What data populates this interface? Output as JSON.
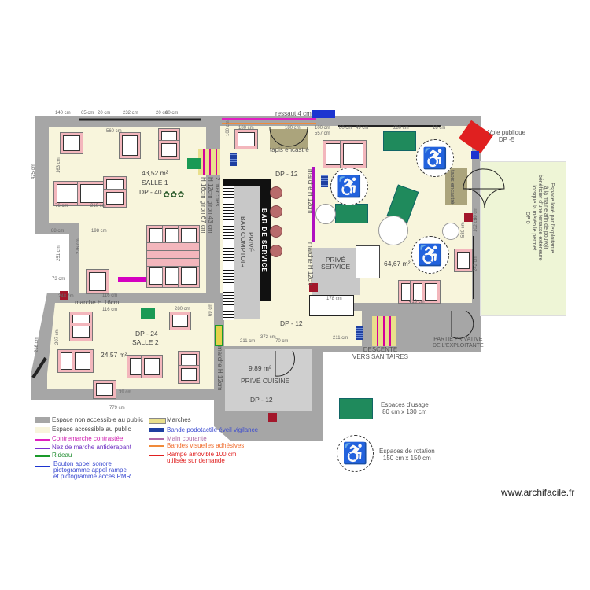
{
  "rooms": {
    "salle1": {
      "area": "43,52 m²",
      "name": "SALLE 1",
      "dp": "DP - 40"
    },
    "salle2": {
      "area": "24,57 m²",
      "name": "SALLE 2",
      "dp": "DP - 24"
    },
    "main_room": {
      "area": "64,67 m²"
    },
    "cuisine": {
      "area": "9,89 m²",
      "name": "PRIVÉ CUISINE",
      "dp": "DP - 12"
    },
    "bar": {
      "label": "BAR DE SERVICE",
      "private": "PRIVÉ\nBAR COMPTOIR"
    },
    "service": {
      "name": "PRIVÉ\nSERVICE"
    },
    "corridor_dp_top": "DP - 12",
    "corridor_dp_bottom": "DP - 12"
  },
  "annotations": {
    "steps_2": "2 marches\nH 12cm giron 43 cm\nH 16cm giron 67 cm",
    "ressaut": "ressaut 4 cm",
    "tapis1": "tapis encastré",
    "tapis2": "tapis encastré",
    "marche_bar1": "marche H 12cm",
    "marche_bar2": "marche H 12cm",
    "marche_salle2": "marche H 16cm",
    "marche_cuisine": "marche H 12cm",
    "voie_publique": "Voie publique\nDP -5",
    "terrasse": "Espace loué par l'exploitante\nà la mairie afin de pouvoir\nbénéficier d'une terrasse extérieure\nlorsque la météo le permet\nDP 0",
    "partie_privative": "PARTIE PRIVATIVE\nDE L'EXPLOITANTE",
    "descente": "DESCENTE\nVERS SANITAIRES"
  },
  "dimensions": [
    "140 cm",
    "65 cm",
    "20 cm",
    "232 cm",
    "20 cm",
    "60 cm",
    "425 cm",
    "560 cm",
    "163 cm",
    "76 cm",
    "210 cm",
    "88 cm",
    "198 cm",
    "251 cm",
    "276 cm",
    "73 cm",
    "248 cm",
    "116 cm",
    "116 cm",
    "280 cm",
    "69 cm",
    "216 cm",
    "207 cm",
    "39 cm",
    "779 cm",
    "211 cm",
    "372 cm",
    "70 cm",
    "211 cm",
    "180 cm",
    "180 cm",
    "100 cm",
    "80 cm",
    "49 cm",
    "557 cm",
    "280 cm",
    "18 cm",
    "178 cm",
    "413 cm",
    "102 cm",
    "50 cm",
    "242 cm",
    "580 cm",
    "100 cm"
  ],
  "legend": {
    "items": [
      {
        "label": "Espace non accessible au public",
        "color": "#a6a6a6"
      },
      {
        "label": "Espace accessible au public",
        "color": "#f8f5dc"
      },
      {
        "label": "Contremarche contrastée",
        "color": "#e020c0"
      },
      {
        "label": "Nez de marche antidérapant",
        "color": "#7a2ad0"
      },
      {
        "label": "Rideau",
        "color": "#1a9a2a"
      },
      {
        "label": "Bouton appel sonore\npictogramme appel rampe\net pictogramme accès PMR",
        "color": "#1c34d0"
      },
      {
        "label": "Marches",
        "color": "#e9df8c"
      },
      {
        "label": "Bande podotactile éveil vigilance",
        "color": "#1e3fa0"
      },
      {
        "label": "Main courante",
        "color": "#b06aa8"
      },
      {
        "label": "Bandes visuelles adhésives",
        "color": "#f08a3a"
      },
      {
        "label": "Rampe amovible 100 cm\nutilisée sur demande",
        "color": "#e02020"
      }
    ],
    "usage_space": "Espaces d'usage\n80 cm x 130 cm",
    "rotation_space": "Espaces de rotation\n150 cm x 150 cm"
  },
  "watermark": "www.archifacile.fr",
  "colors": {
    "wall": "#a6a6a6",
    "floor": "#f8f5dc",
    "terrace": "#eef5d6",
    "chair": "#f3b6bc",
    "usage": "#1f8a5c",
    "ramp": "#e02020"
  }
}
